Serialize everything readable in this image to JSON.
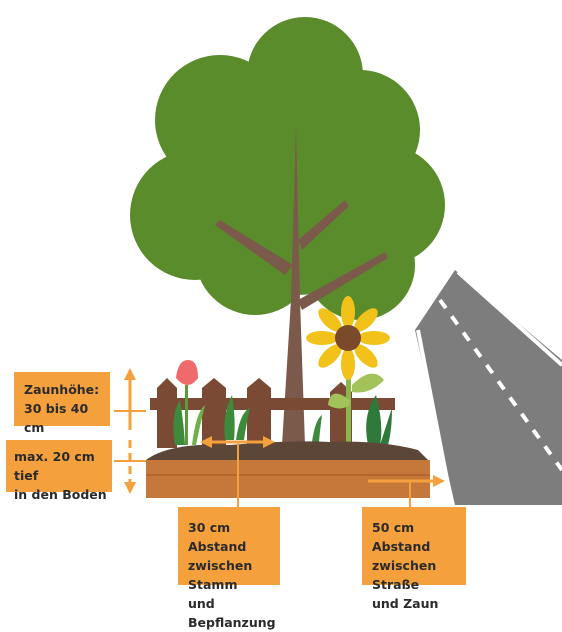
{
  "labels": {
    "fence_height": "Zaunhöhe:\n30 bis 40 cm",
    "depth": "max. 20 cm tief\nin den Boden",
    "trunk_distance": "30 cm Abstand\nzwischen Stamm\nund Bepflanzung",
    "street_distance": "50 cm Abstand\nzwischen Straße\nund Zaun"
  },
  "colors": {
    "orange": "#f4a03d",
    "foliage": "#5b8c2c",
    "trunk": "#7b5a4b",
    "fence": "#7a4a35",
    "soil_top": "#5b4638",
    "soil": "#c6773a",
    "road": "#7d7d7d",
    "tulip": "#ef6a6a",
    "sunflower": "#f2c21b"
  }
}
